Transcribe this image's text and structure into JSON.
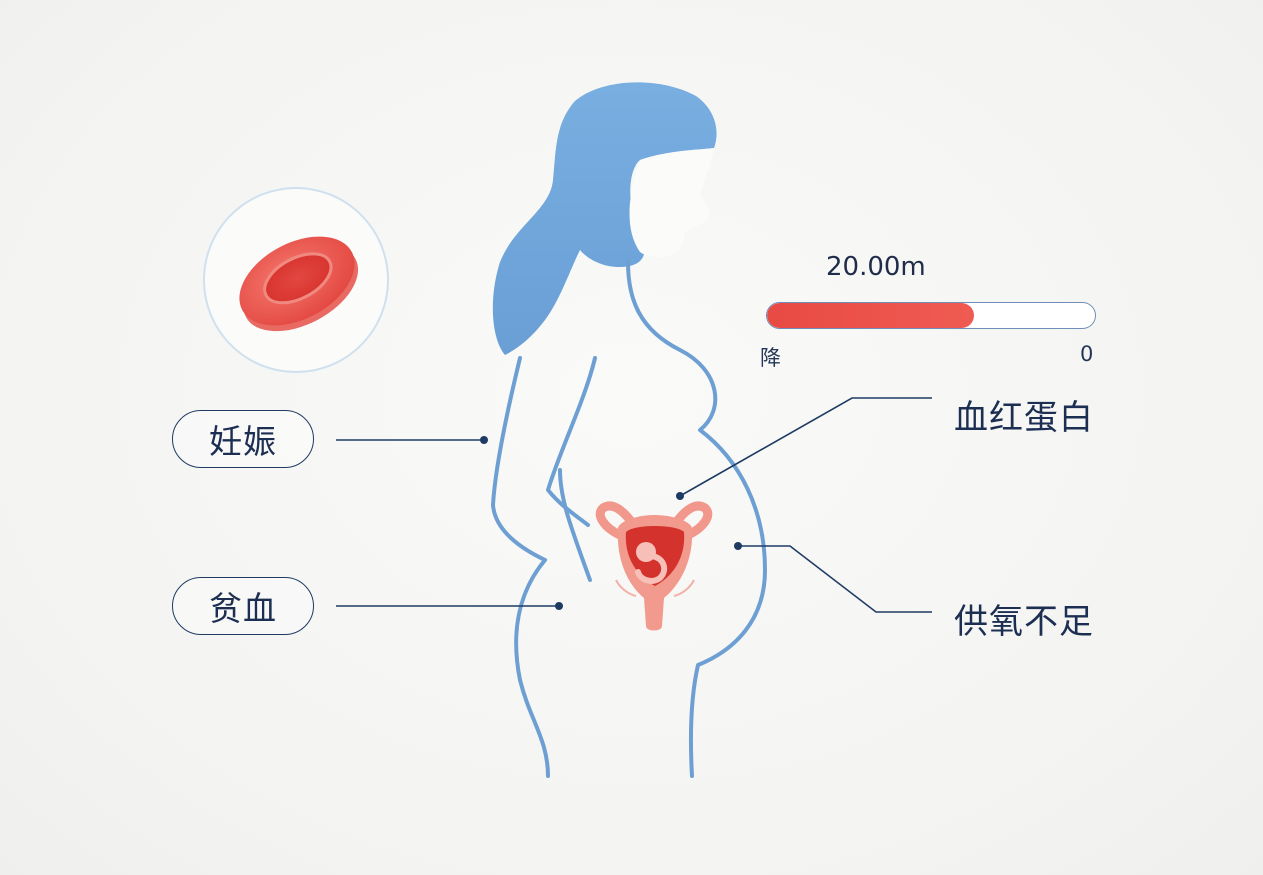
{
  "labels": {
    "pregnancy": "妊娠",
    "anemia": "贫血",
    "hemoglobin": "血红蛋白",
    "oxygen_shortage": "供氧不足"
  },
  "meter": {
    "value_text": "20.00m",
    "min_label": "降",
    "max_label": "0",
    "fill_fraction": 0.63
  },
  "colors": {
    "body_fill": "#7aaedf",
    "body_line": "#6d9fd3",
    "line_dark": "#1f3b63",
    "accent_red": "#e8463f",
    "uterus_pink": "#f29a8e"
  },
  "icons": [
    "red-blood-cell-icon",
    "uterus-fetus-icon"
  ]
}
